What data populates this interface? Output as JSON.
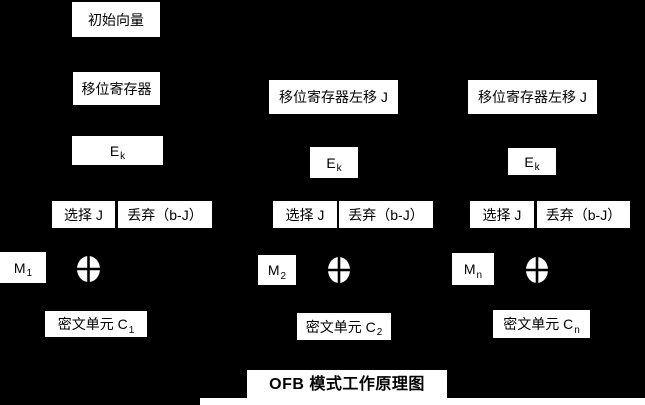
{
  "colors": {
    "background": "#000000",
    "box_fill": "#ffffff",
    "text": "#000000"
  },
  "title": {
    "label": "OFB 模式工作原理图"
  },
  "columns": [
    {
      "iv_label": "初始向量",
      "shift_label": "移位寄存器",
      "cipher_base": "E",
      "cipher_sub": "k",
      "select_label": "选择 J",
      "discard_label": "丢弃（b-J）",
      "message_base": "M",
      "message_sub": "1",
      "cipher_unit_base": "密文单元 C",
      "cipher_unit_sub": "1",
      "xor_icon": "xor-circle-plus"
    },
    {
      "shift_label": "移位寄存器左移 J",
      "cipher_base": "E",
      "cipher_sub": "k",
      "select_label": "选择 J",
      "discard_label": "丢弃（b-J）",
      "message_base": "M",
      "message_sub": "2",
      "cipher_unit_base": "密文单元 C",
      "cipher_unit_sub": "2",
      "xor_icon": "xor-circle-plus"
    },
    {
      "shift_label": "移位寄存器左移 J",
      "cipher_base": "E",
      "cipher_sub": "k",
      "select_label": "选择 J",
      "discard_label": "丢弃（b-J）",
      "message_base": "M",
      "message_sub": "n",
      "cipher_unit_base": "密文单元 C",
      "cipher_unit_sub": "n",
      "xor_icon": "xor-circle-plus"
    }
  ]
}
